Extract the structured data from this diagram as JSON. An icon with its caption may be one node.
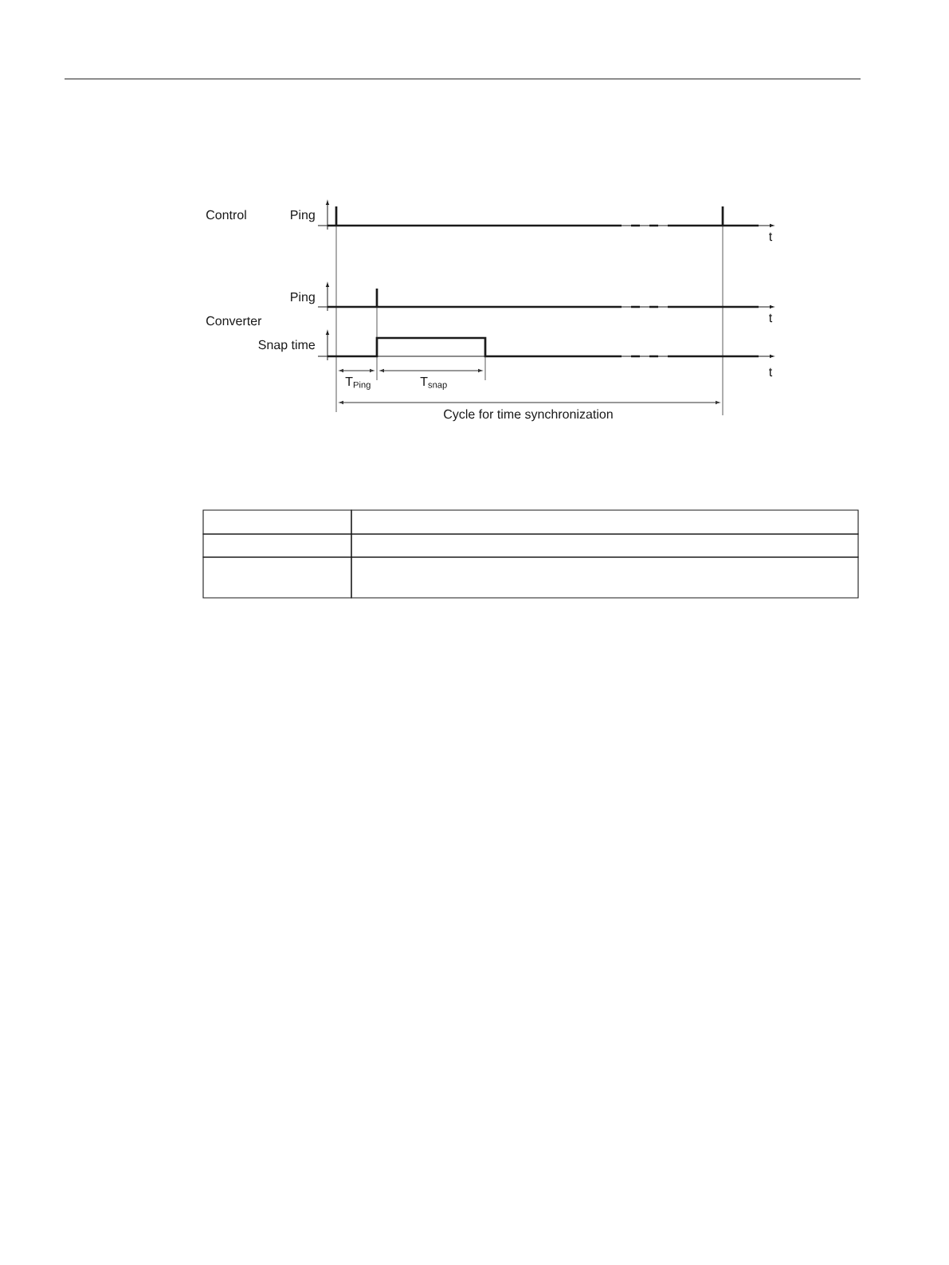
{
  "diagram": {
    "labels": [
      "Control",
      "Ping",
      "t",
      "Ping",
      "Converter",
      "t",
      "Snap time",
      "t",
      "T$_{Ping}$",
      "T$_{snap}$",
      "Cycle for time synchronization"
    ]
  }
}
